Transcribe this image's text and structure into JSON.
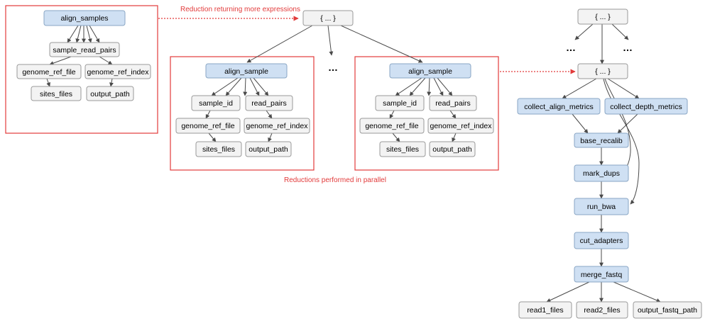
{
  "annotations": {
    "reduction_more": "Reduction returning more expressions",
    "parallel": "Reductions performed in parallel"
  },
  "ellipsis": "…",
  "nodes": {
    "g1_align_samples": "align_samples",
    "g1_sample_read_pairs": "sample_read_pairs",
    "g1_genome_ref_file": "genome_ref_file",
    "g1_genome_ref_index": "genome_ref_index",
    "g1_sites_files": "sites_files",
    "g1_output_path": "output_path",
    "top_braces": "{ ... }",
    "g2_align_sample": "align_sample",
    "g2_sample_id": "sample_id",
    "g2_read_pairs": "read_pairs",
    "g2_genome_ref_file": "genome_ref_file",
    "g2_genome_ref_index": "genome_ref_index",
    "g2_sites_files": "sites_files",
    "g2_output_path": "output_path",
    "g3_align_sample": "align_sample",
    "g3_sample_id": "sample_id",
    "g3_read_pairs": "read_pairs",
    "g3_genome_ref_file": "genome_ref_file",
    "g3_genome_ref_index": "genome_ref_index",
    "g3_sites_files": "sites_files",
    "g3_output_path": "output_path",
    "r_braces_top": "{ ... }",
    "r_braces_mid": "{ ... }",
    "collect_align_metrics": "collect_align_metrics",
    "collect_depth_metrics": "collect_depth_metrics",
    "base_recalib": "base_recalib",
    "mark_dups": "mark_dups",
    "run_bwa": "run_bwa",
    "cut_adapters": "cut_adapters",
    "merge_fastq": "merge_fastq",
    "read1_files": "read1_files",
    "read2_files": "read2_files",
    "output_fastq_path": "output_fastq_path"
  }
}
